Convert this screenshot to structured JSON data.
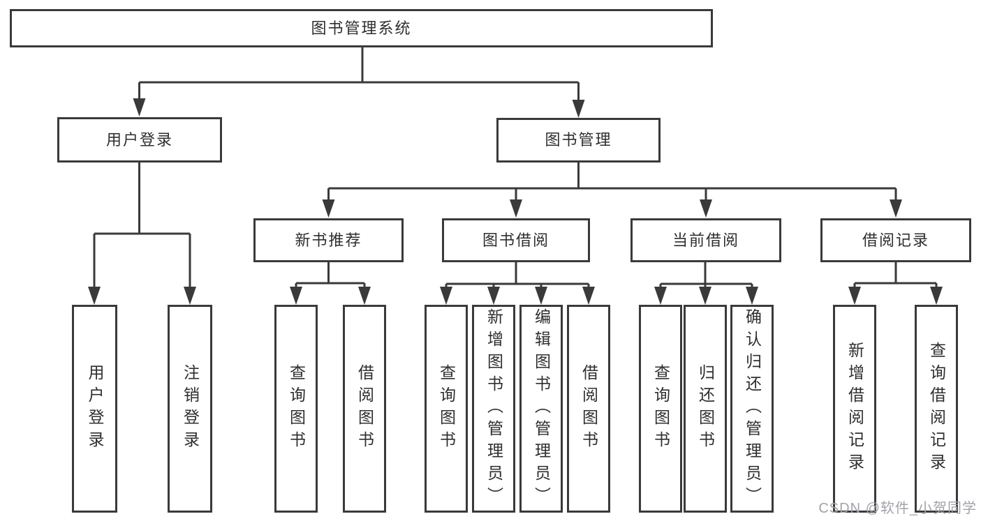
{
  "tree": {
    "label": "图书管理系统",
    "children": [
      {
        "label": "用户登录",
        "children": [
          {
            "label": "用户登录"
          },
          {
            "label": "注销登录"
          }
        ]
      },
      {
        "label": "图书管理",
        "children": [
          {
            "label": "新书推荐",
            "children": [
              {
                "label": "查询图书"
              },
              {
                "label": "借阅图书"
              }
            ]
          },
          {
            "label": "图书借阅",
            "children": [
              {
                "label": "查询图书"
              },
              {
                "label": "新增图书（管理员）"
              },
              {
                "label": "编辑图书（管理员）"
              },
              {
                "label": "借阅图书"
              }
            ]
          },
          {
            "label": "当前借阅",
            "children": [
              {
                "label": "查询图书"
              },
              {
                "label": "归还图书"
              },
              {
                "label": "确认归还（管理员）"
              }
            ]
          },
          {
            "label": "借阅记录",
            "children": [
              {
                "label": "新增借阅记录"
              },
              {
                "label": "查询借阅记录"
              }
            ]
          }
        ]
      }
    ]
  },
  "watermark": {
    "text": "CSDN @软件_小贺同学"
  },
  "colors": {
    "line": "#3a3a3a",
    "text": "#2e2e2e",
    "watermark": "#a2a2aa",
    "background": "#ffffff"
  }
}
